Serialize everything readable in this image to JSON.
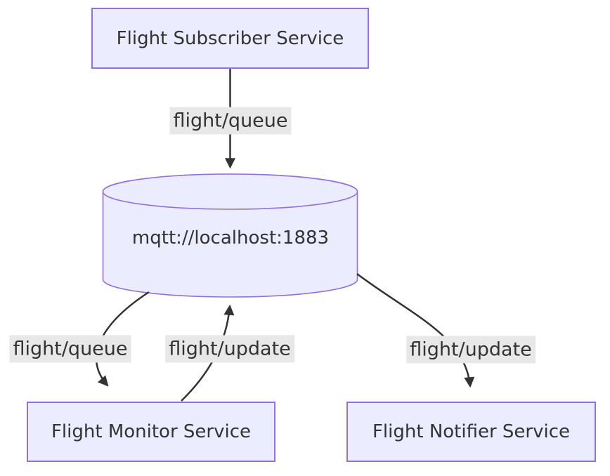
{
  "diagram": {
    "type": "flowchart",
    "colors": {
      "background": "#ffffff",
      "node_fill": "#ECECFF",
      "node_border": "#9370DB",
      "edge_color": "#333333",
      "edge_label_bg": "#e8e8e8",
      "text_color": "#333333"
    },
    "nodes": {
      "subscriber": {
        "label": "Flight Subscriber Service",
        "shape": "rectangle"
      },
      "broker": {
        "label": "mqtt://localhost:1883",
        "shape": "cylinder"
      },
      "monitor": {
        "label": "Flight Monitor Service",
        "shape": "rectangle"
      },
      "notifier": {
        "label": "Flight Notifier Service",
        "shape": "rectangle"
      }
    },
    "edges": [
      {
        "from": "subscriber",
        "to": "broker",
        "label": "flight/queue"
      },
      {
        "from": "broker",
        "to": "monitor",
        "label": "flight/queue"
      },
      {
        "from": "monitor",
        "to": "broker",
        "label": "flight/update"
      },
      {
        "from": "broker",
        "to": "notifier",
        "label": "flight/update"
      }
    ]
  }
}
